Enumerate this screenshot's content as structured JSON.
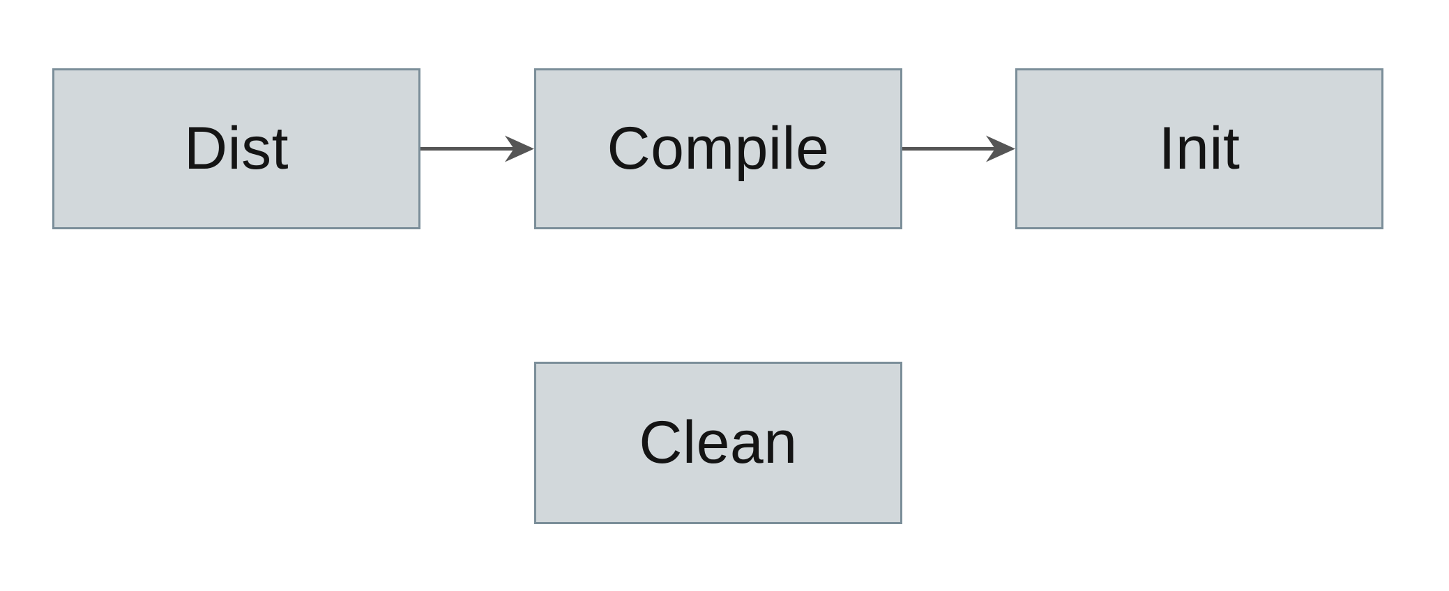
{
  "diagram": {
    "type": "flowchart",
    "colors": {
      "background": "#ffffff",
      "node_fill": "#d2d8db",
      "node_border": "#7b8e99",
      "arrow_color": "#555555",
      "text_color": "#141414"
    },
    "nodes": [
      {
        "id": "dist",
        "label": "Dist"
      },
      {
        "id": "compile",
        "label": "Compile"
      },
      {
        "id": "init",
        "label": "Init"
      },
      {
        "id": "clean",
        "label": "Clean"
      }
    ],
    "edges": [
      {
        "from": "dist",
        "to": "compile"
      },
      {
        "from": "compile",
        "to": "init"
      }
    ]
  }
}
